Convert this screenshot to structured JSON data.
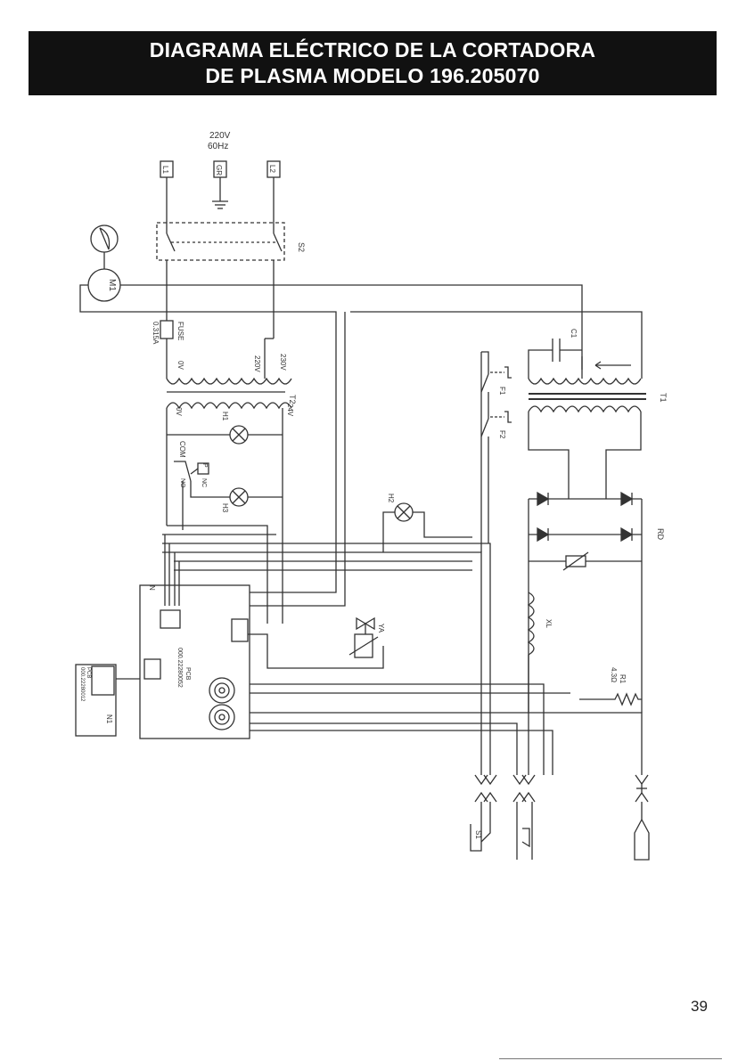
{
  "header": {
    "title_line1": "DIAGRAMA ELÉCTRICO DE LA CORTADORA",
    "title_line2": "DE PLASMA MODELO 196.205070"
  },
  "supply": {
    "voltage": "220V",
    "frequency": "60Hz",
    "terminals": [
      "L1",
      "GR",
      "L2"
    ]
  },
  "labels": {
    "switch": "S2",
    "motor": "M1",
    "fuse": "FUSE",
    "fuse_rating": "0.315A",
    "t2_0v_primary": "0V",
    "t2_220v": "220V",
    "t2_230v": "230V",
    "transformer_t2": "T2",
    "t2_0v_secondary": "0V",
    "t2_24v": "24V",
    "lamp_h1": "H1",
    "relay_com": "COM",
    "relay_no": "NO",
    "relay_nc": "NC",
    "relay_p": "P",
    "lamp_h3": "H3",
    "lamp_h2": "H2",
    "thermal_f1": "F1",
    "thermal_f2": "F2",
    "capacitor": "C1",
    "transformer_t1": "T1",
    "rectifier": "RD",
    "inductor": "XL",
    "resistor": "R1",
    "resistor_value": "4.3Ω",
    "valve": "YA",
    "board_n": "N",
    "board_pcb": "PCB",
    "board_code": "000.22280052",
    "n1_pcb": "PCB",
    "n1_code": "000.22280012",
    "n1_label": "N1",
    "torch_switch": "S1"
  },
  "footer": {
    "page_number": "39"
  }
}
